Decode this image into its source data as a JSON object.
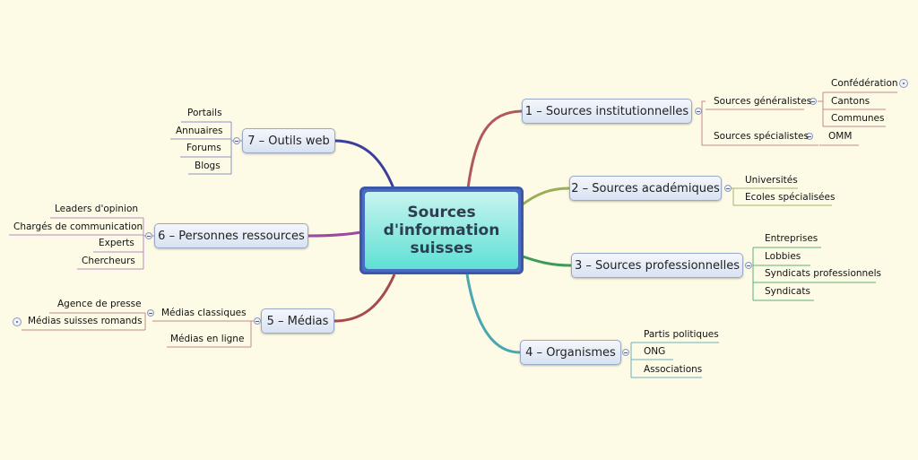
{
  "center": {
    "label": "Sources\nd'information\nsuisses"
  },
  "branches": [
    {
      "label": "1 – Sources institutionnelles",
      "subs": [
        {
          "label": "Sources généralistes",
          "leaves": [
            "Confédération",
            "Cantons",
            "Communes"
          ]
        },
        {
          "label": "Sources spécialistes",
          "leaves": [
            "OMM"
          ]
        }
      ]
    },
    {
      "label": "2 – Sources académiques",
      "leaves": [
        "Universités",
        "Ecoles spécialisées"
      ]
    },
    {
      "label": "3 – Sources professionnelles",
      "leaves": [
        "Entreprises",
        "Lobbies",
        "Syndicats professionnels",
        "Syndicats"
      ]
    },
    {
      "label": "4 – Organismes",
      "leaves": [
        "Partis politiques",
        "ONG",
        "Associations"
      ]
    },
    {
      "label": "5 – Médias",
      "subs": [
        {
          "label": "Médias classiques",
          "leaves": [
            "Agence de presse",
            "Médias suisses romands"
          ]
        },
        {
          "label": "Médias en ligne",
          "leaves": []
        }
      ]
    },
    {
      "label": "6 – Personnes ressources",
      "leaves": [
        "Leaders d'opinion",
        "Chargés de communication",
        "Experts",
        "Chercheurs"
      ]
    },
    {
      "label": "7 – Outils web",
      "leaves": [
        "Portails",
        "Annuaires",
        "Forums",
        "Blogs"
      ]
    }
  ]
}
